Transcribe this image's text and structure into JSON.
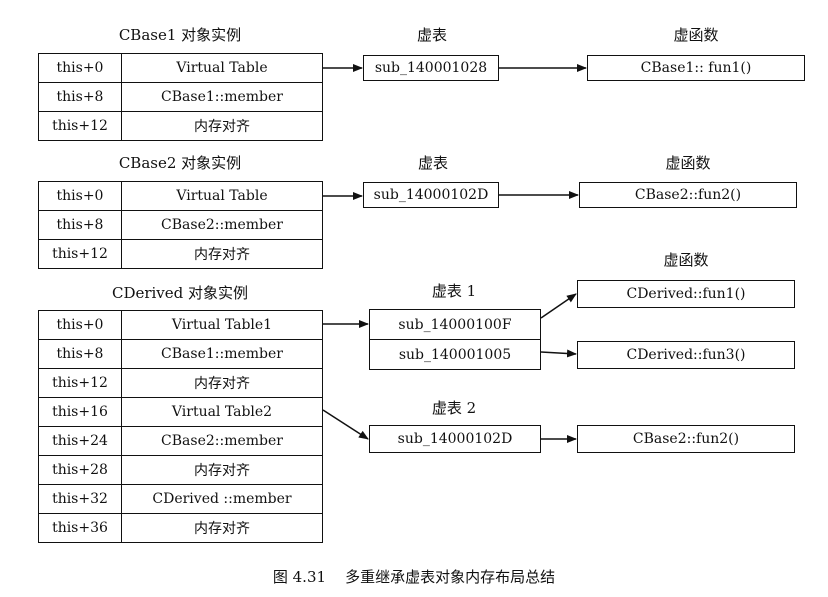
{
  "groups": [
    {
      "title": "CBase1 对象实例",
      "rows": [
        {
          "offset": "this+0",
          "value": "Virtual Table"
        },
        {
          "offset": "this+8",
          "value": "CBase1::member"
        },
        {
          "offset": "this+12",
          "value": "内存对齐"
        }
      ],
      "vtable_title": "虚表",
      "vtable_entries": [
        "sub_140001028"
      ],
      "func_title": "虚函数",
      "funcs": [
        "CBase1:: fun1()"
      ]
    },
    {
      "title": "CBase2 对象实例",
      "rows": [
        {
          "offset": "this+0",
          "value": "Virtual Table"
        },
        {
          "offset": "this+8",
          "value": "CBase2::member"
        },
        {
          "offset": "this+12",
          "value": "内存对齐"
        }
      ],
      "vtable_title": "虚表",
      "vtable_entries": [
        "sub_14000102D"
      ],
      "func_title": "虚函数",
      "funcs": [
        "CBase2::fun2()"
      ]
    },
    {
      "title": "CDerived 对象实例",
      "rows": [
        {
          "offset": "this+0",
          "value": "Virtual Table1"
        },
        {
          "offset": "this+8",
          "value": "CBase1::member"
        },
        {
          "offset": "this+12",
          "value": "内存对齐"
        },
        {
          "offset": "this+16",
          "value": "Virtual Table2"
        },
        {
          "offset": "this+24",
          "value": "CBase2::member"
        },
        {
          "offset": "this+28",
          "value": "内存对齐"
        },
        {
          "offset": "this+32",
          "value": "CDerived ::member"
        },
        {
          "offset": "this+36",
          "value": "内存对齐"
        }
      ],
      "vtable1_title": "虚表 1",
      "vtable1_entries": [
        "sub_14000100F",
        "sub_140001005"
      ],
      "vtable2_title": "虚表 2",
      "vtable2_entries": [
        "sub_14000102D"
      ],
      "func_title": "虚函数",
      "funcs": [
        "CDerived::fun1()",
        "CDerived::fun3()",
        "CBase2::fun2()"
      ]
    }
  ],
  "caption": "图 4.31    多重继承虚表对象内存布局总结"
}
